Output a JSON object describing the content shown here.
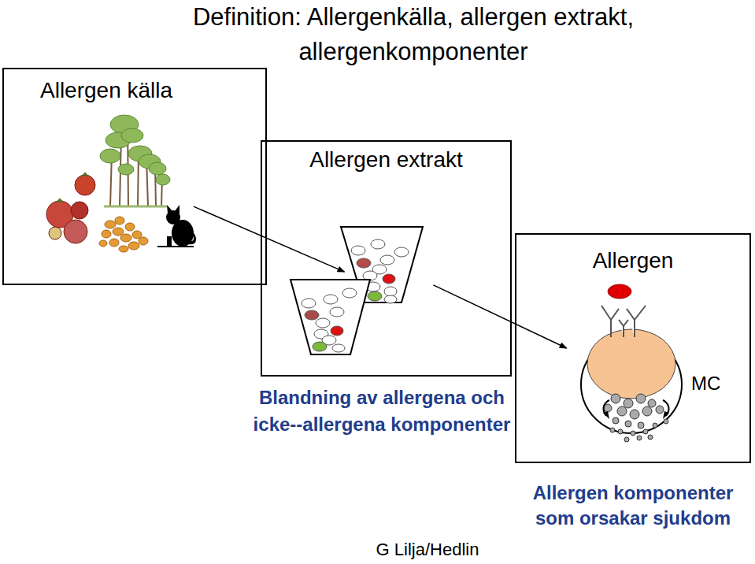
{
  "diagram": {
    "title": "Definition: Allergenkälla, allergen extrakt, allergenkomponenter",
    "nodes": [
      {
        "text": [
          "Allergen källa"
        ]
      },
      {
        "text": [
          "Allergen extrakt"
        ]
      },
      {
        "text": [
          "Allergen"
        ]
      }
    ],
    "edges": [
      {
        "from": 0,
        "to": 1,
        "arrow": "to"
      },
      {
        "from": 1,
        "to": 2,
        "arrow": "to"
      }
    ],
    "labels": [
      "MC",
      "Blandning av allergena och icke--allergena komponenter",
      "Allergen komponenter som orsakar sjukdom",
      "G Lilja/Hedlin"
    ]
  }
}
